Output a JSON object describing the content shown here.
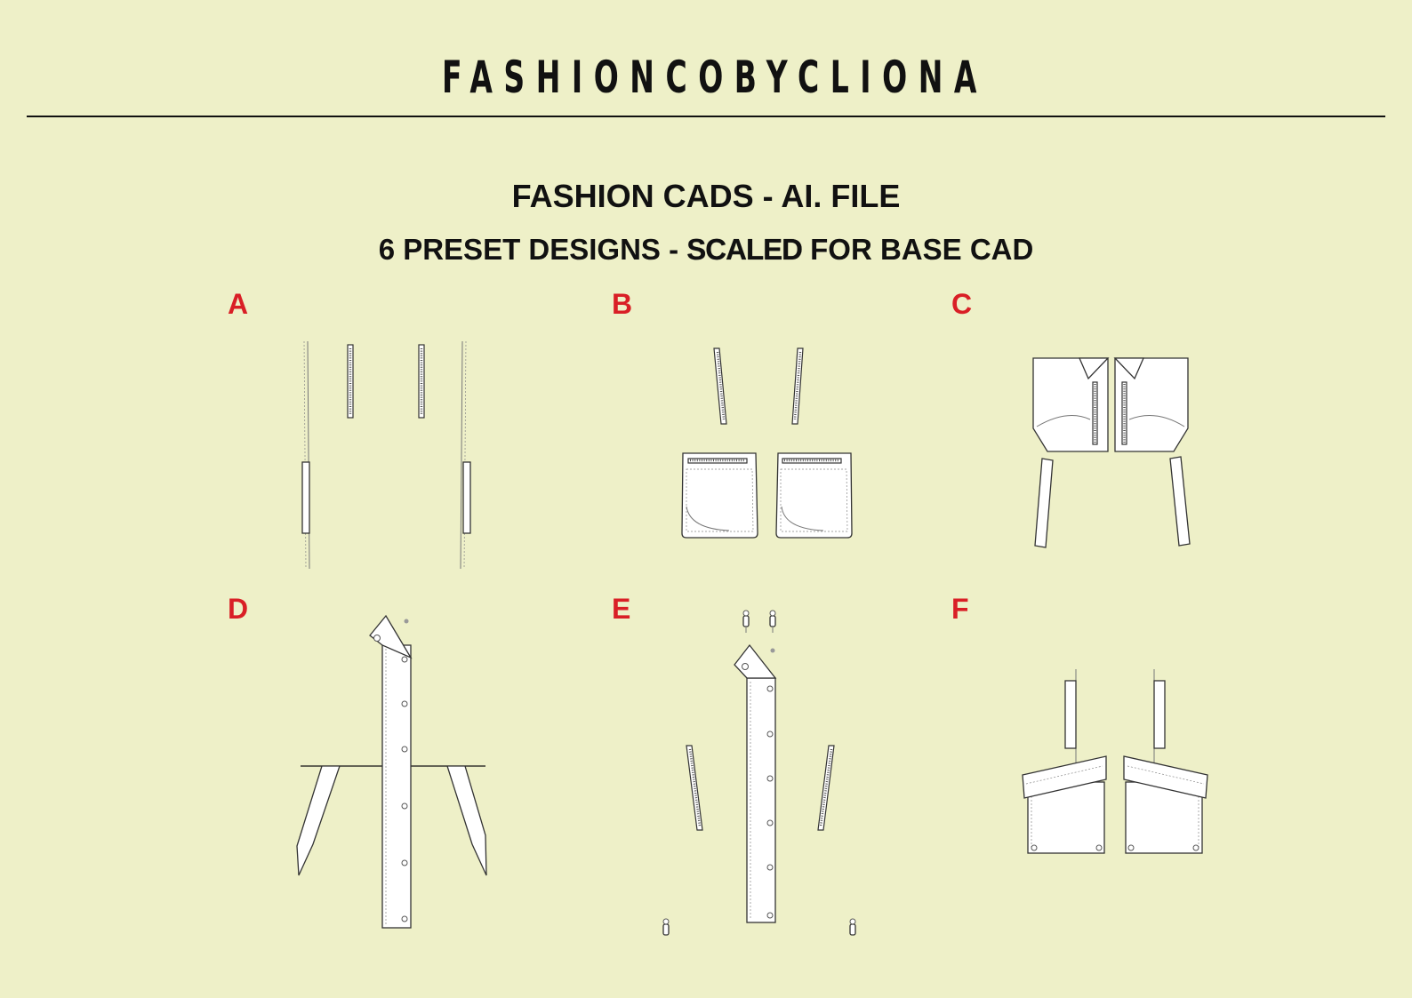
{
  "header": {
    "brand": "FASHIONCOBYCLIONA",
    "title": "FASHION CADS - AI. FILE",
    "subtitle_prefix": "6 PRESET DESIGNS - ",
    "subtitle_emphasis": "SCALED",
    "subtitle_suffix": " FOR BASE CAD"
  },
  "designs": [
    {
      "letter": "A",
      "icon": "zip-and-tab-detail-icon"
    },
    {
      "letter": "B",
      "icon": "zip-pocket-detail-icon"
    },
    {
      "letter": "C",
      "icon": "zip-yoke-panel-icon"
    },
    {
      "letter": "D",
      "icon": "button-placket-collar-icon"
    },
    {
      "letter": "E",
      "icon": "placket-zip-toggle-icon"
    },
    {
      "letter": "F",
      "icon": "flap-pocket-tab-icon"
    }
  ],
  "colors": {
    "background": "#eef0c8",
    "text": "#111111",
    "letter_accent": "#d91f26",
    "garment_fill": "#ffffff"
  }
}
